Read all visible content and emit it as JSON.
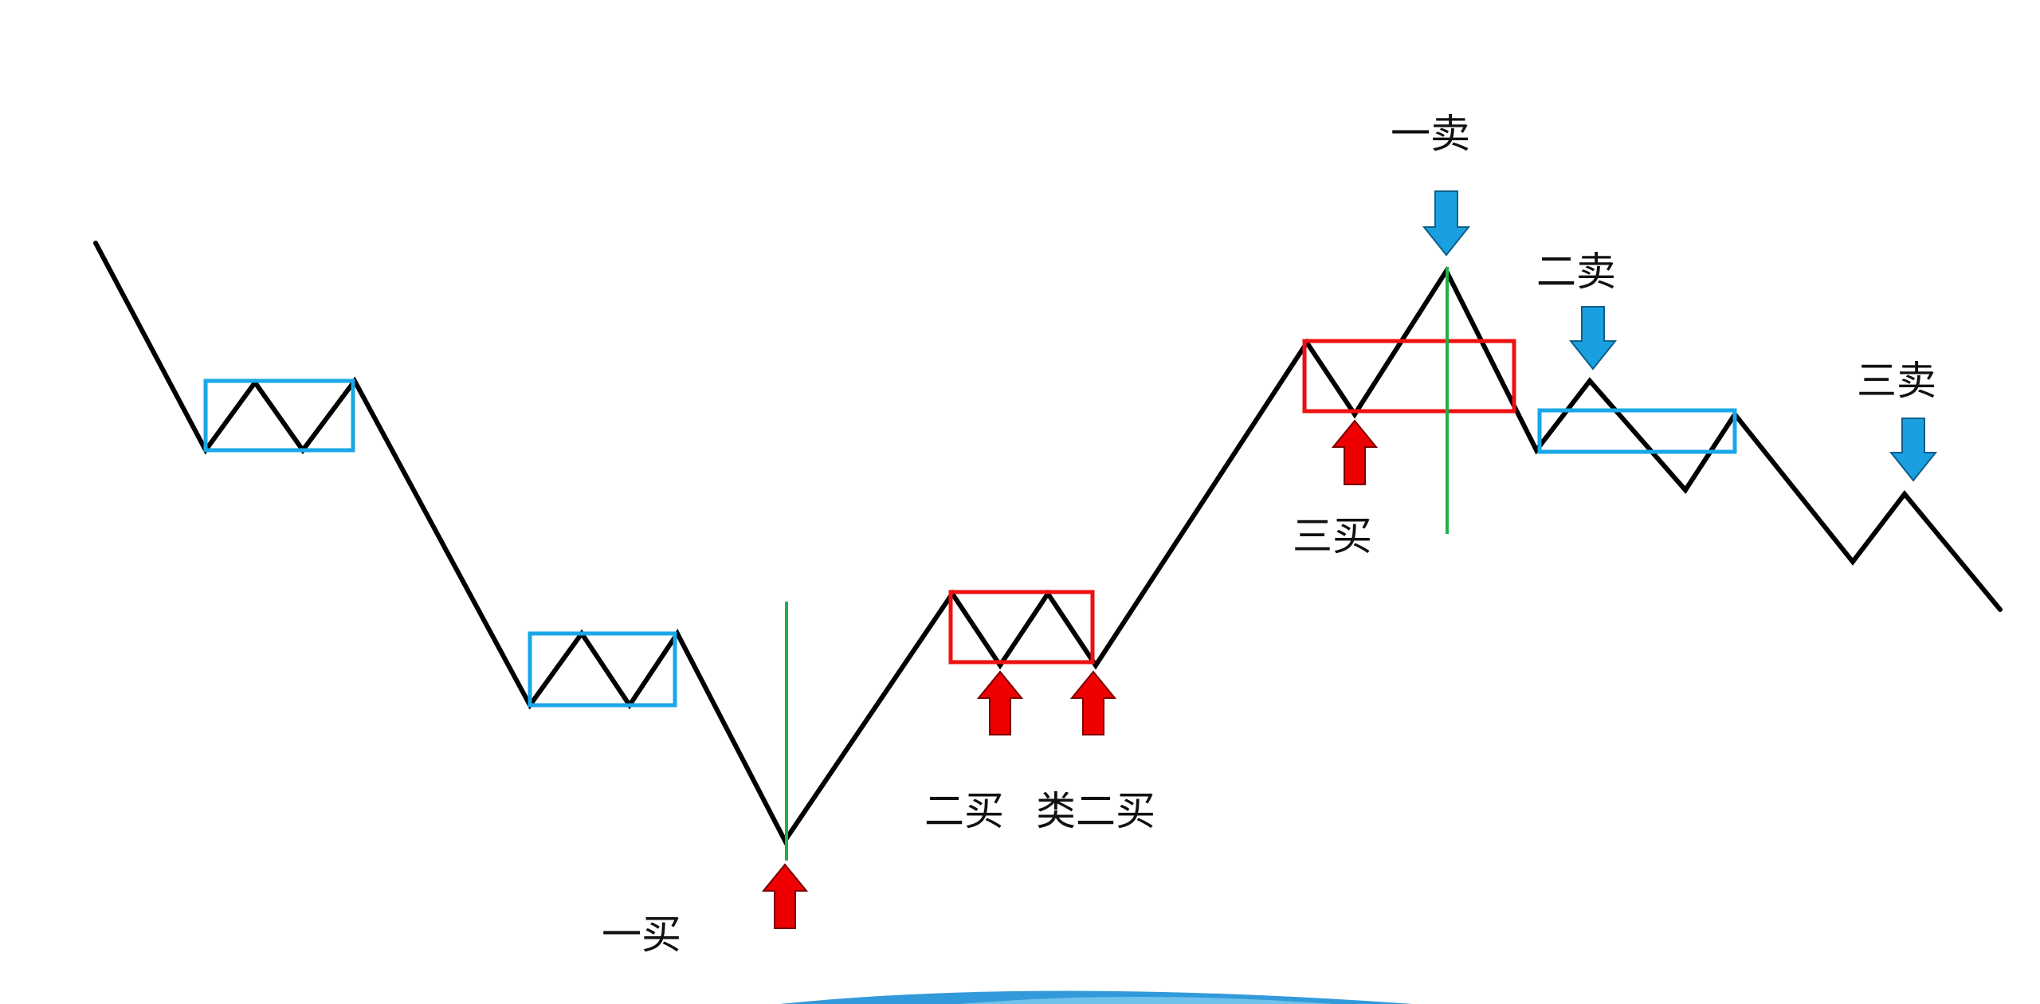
{
  "labels": {
    "buy1": "一买",
    "buy2": "二买",
    "buy2_like": "类二买",
    "buy3": "三买",
    "sell1": "一卖",
    "sell2": "二卖",
    "sell3": "三卖"
  },
  "colors": {
    "price_line": "#000000",
    "falling_pivot_box": "#1aa7e8",
    "rising_pivot_box": "#ee1111",
    "buy_arrow": "#ee0000",
    "sell_arrow": "#1a9fe0",
    "divergence_marker": "#22b04a"
  },
  "icons": {
    "buy_point": "up-arrow-icon",
    "sell_point": "down-arrow-icon"
  }
}
